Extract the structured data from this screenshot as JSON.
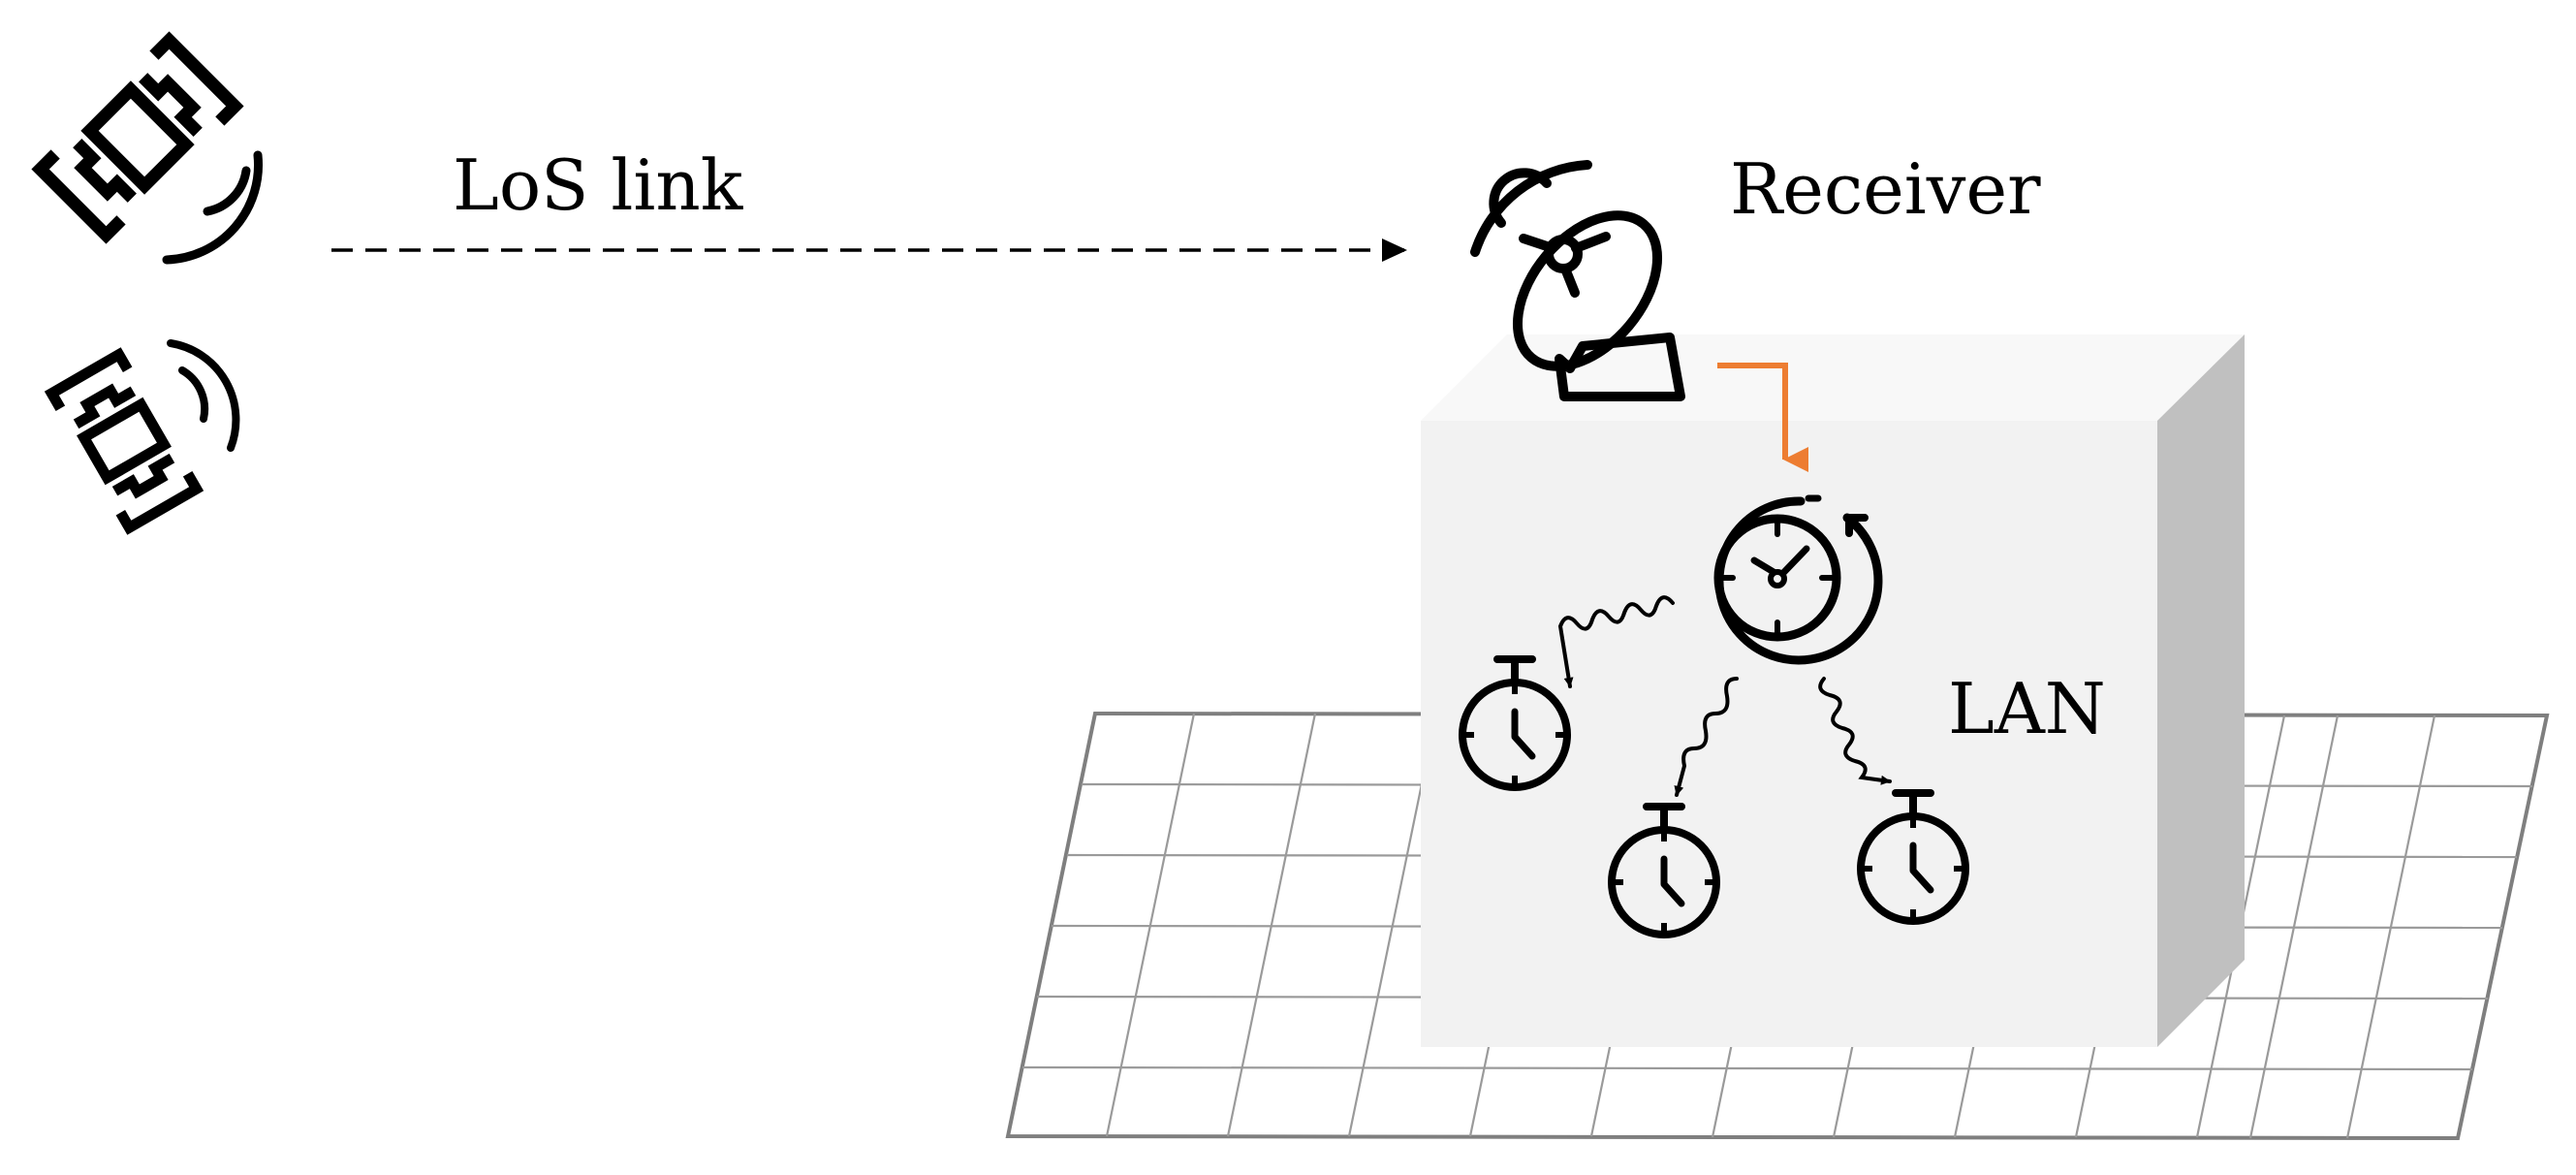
{
  "labels": {
    "los_link": "LoS link",
    "receiver": "Receiver",
    "lan": "LAN"
  },
  "colors": {
    "accent": "#ED7D31",
    "box_face": "#F2F2F2",
    "box_side": "#C0C0C0",
    "grid_line": "#7F7F7F",
    "ink": "#000000"
  },
  "icons": {
    "satellites": [
      "satellite-icon",
      "satellite-icon"
    ],
    "receiver": "satellite-dish-icon",
    "master_clock": "master-clock-icon",
    "slave_clocks": [
      "stopwatch-icon",
      "stopwatch-icon",
      "stopwatch-icon"
    ]
  }
}
